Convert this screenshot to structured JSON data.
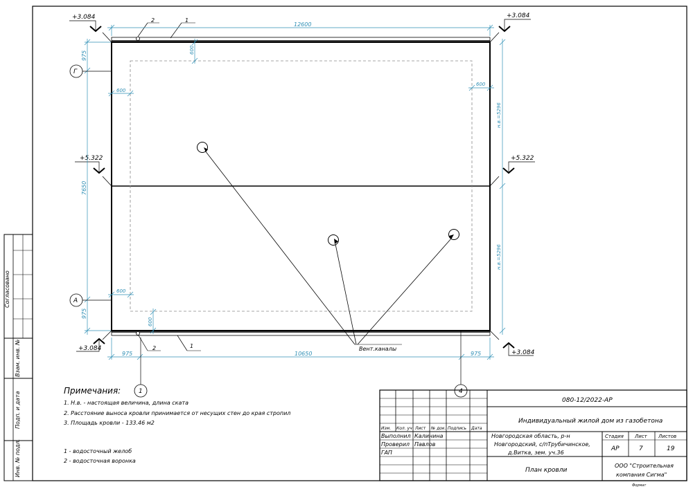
{
  "levels": {
    "tl": "+3.084",
    "tr": "+3.084",
    "ml": "+5.322",
    "mr": "+5.322",
    "bl": "+3.084",
    "br": "+3.084"
  },
  "dims": {
    "top_total": "12600",
    "bottom_left": "975",
    "bottom_mid": "10650",
    "bottom_right": "975",
    "left_top": "975",
    "left_mid": "7650",
    "left_bottom": "975",
    "offset_600_top": "600",
    "offset_600_left_top": "600",
    "offset_600_right_top": "600",
    "offset_600_left_bottom": "600",
    "offset_600_bottom": "600",
    "right_top_slope": "н.в.=5296",
    "right_bottom_slope": "н.в.=5296"
  },
  "axes": {
    "g": "Г",
    "a": "А",
    "one": "1",
    "four": "4"
  },
  "callouts": {
    "num2_top": "2",
    "num1_top": "1",
    "num2_bottom": "2",
    "num1_bottom": "1",
    "vent": "Вент.каналы"
  },
  "notes": {
    "title": "Примечания:",
    "items": [
      "1. Н.в. - настоящая величина, длина ската",
      "2. Расстояние выноса кровли принимается от несущих стен до края стропил",
      "3. Площадь кровли - 133.46 м2"
    ],
    "legend": [
      "1 - водосточный желоб",
      "2 - водосточная воронка"
    ]
  },
  "side_stamp": {
    "agreed": "Согласовано",
    "inv_replace": "Взам. инв. №",
    "sign_date": "Подп. и дата",
    "inv_orig": "Инв. № подл."
  },
  "title_block": {
    "code": "080-12/2022-АР",
    "project": "Индивидуальный жилой дом из газобетона",
    "headers": [
      "Изм.",
      "Кол. уч",
      "Лист",
      "№ док.",
      "Подпись",
      "Дата"
    ],
    "roles": [
      {
        "role": "Выполнил",
        "name": "Калинина"
      },
      {
        "role": "Проверил",
        "name": "Павлов"
      },
      {
        "role": "ГАП",
        "name": ""
      }
    ],
    "address": [
      "Новгородская область, р-н",
      "Новгородский, с/пТрубичинское,",
      "д.Витка, зем. уч.36"
    ],
    "stage_label": "Стадия",
    "sheet_label": "Лист",
    "sheets_label": "Листов",
    "stage": "АР",
    "sheet": "7",
    "sheets": "19",
    "drawing": "План кровли",
    "company": [
      "ООО \"Строительная",
      "компания Сигма\""
    ],
    "format": "Формат"
  }
}
